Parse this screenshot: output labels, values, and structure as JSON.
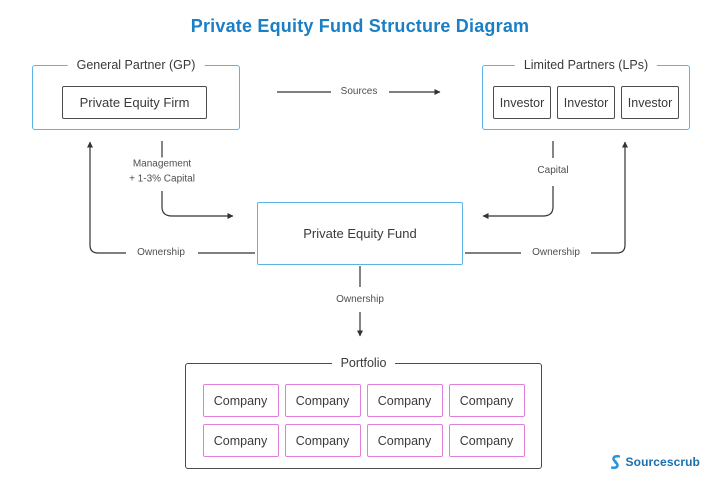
{
  "title": "Private Equity Fund Structure Diagram",
  "colors": {
    "title-blue": "#1a7fc4",
    "accent-blue": "#5db2e6",
    "box-gray": "#4c4c4c",
    "company-pink": "#e07fdb",
    "line": "#333333",
    "brand-blue": "#1a6fae",
    "brand-icon-blue": "#2d95dd"
  },
  "gp": {
    "label": "General Partner (GP)",
    "firm": "Private Equity Firm"
  },
  "lp": {
    "label": "Limited Partners (LPs)",
    "investors": [
      "Investor",
      "Investor",
      "Investor"
    ]
  },
  "fund": {
    "label": "Private Equity Fund"
  },
  "connectors": {
    "sources": "Sources",
    "management_line1": "Management",
    "management_line2": "+ 1-3% Capital",
    "capital": "Capital",
    "ownership_left": "Ownership",
    "ownership_right": "Ownership",
    "ownership_bottom": "Ownership"
  },
  "portfolio": {
    "label": "Portfolio",
    "companies": [
      "Company",
      "Company",
      "Company",
      "Company",
      "Company",
      "Company",
      "Company",
      "Company"
    ]
  },
  "brand": {
    "name": "Sourcescrub"
  }
}
